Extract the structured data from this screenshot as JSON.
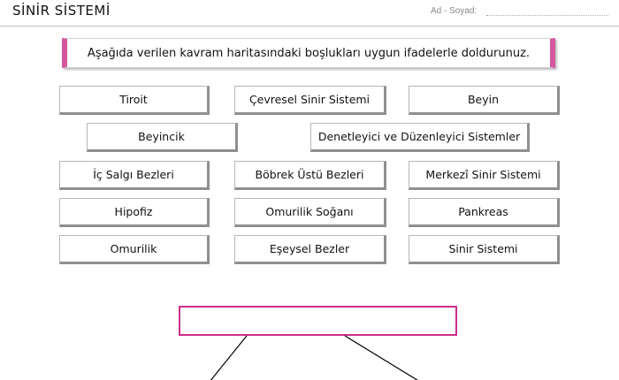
{
  "header": {
    "title": "SİNİR SİSTEMİ",
    "name_label": "Ad - Soyad:"
  },
  "instruction": "Aşağıda verilen kavram haritasındaki boşlukları uygun ifadelerle doldurunuz.",
  "terms": [
    "Tiroit",
    "Çevresel Sinir Sistemi",
    "Beyin",
    "Beyincik",
    "Denetleyici ve Düzenleyici Sistemler",
    "İç Salgı Bezleri",
    "Böbrek Üstü Bezleri",
    "Merkezî Sinir Sistemi",
    "Hipofiz",
    "Omurilik Soğanı",
    "Pankreas",
    "Omurilik",
    "Eşeysel Bezler",
    "Sinir Sistemi"
  ],
  "colors": {
    "accent": "#d6579f",
    "answer_box_border": "#cc2d8a"
  }
}
